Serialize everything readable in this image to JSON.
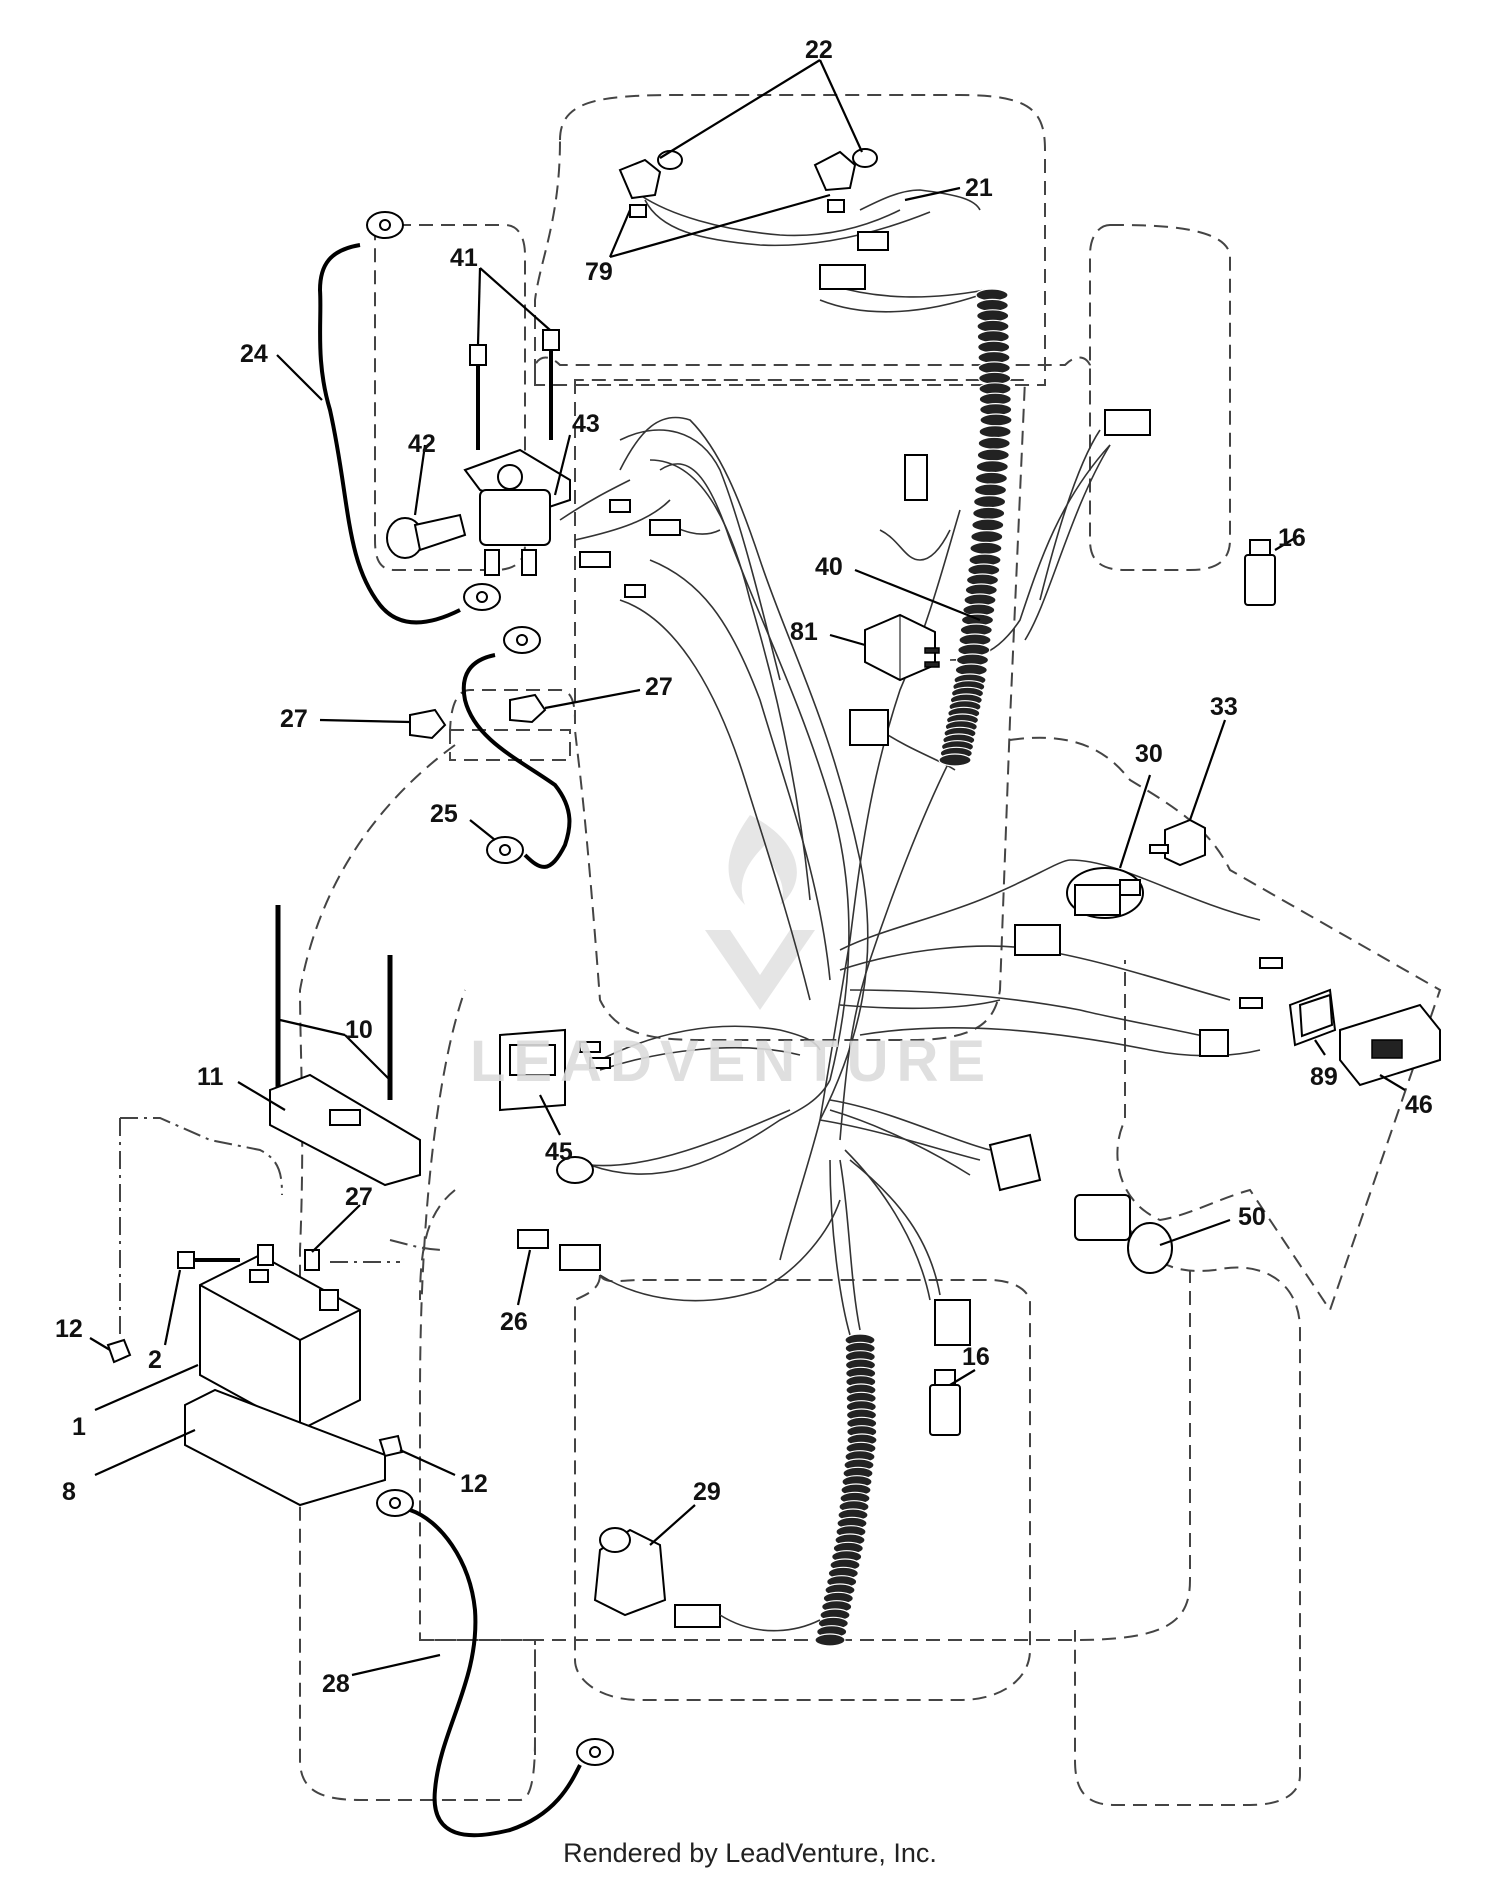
{
  "callouts": {
    "c22": "22",
    "c21": "21",
    "c79": "79",
    "c41": "41",
    "c24": "24",
    "c42": "42",
    "c43": "43",
    "c40": "40",
    "c16a": "16",
    "c81": "81",
    "c27a": "27",
    "c27b": "27",
    "c33": "33",
    "c30": "30",
    "c25": "25",
    "c10": "10",
    "c11": "11",
    "c45": "45",
    "c89": "89",
    "c46": "46",
    "c27c": "27",
    "c50": "50",
    "c12a": "12",
    "c2": "2",
    "c26": "26",
    "c1": "1",
    "c16b": "16",
    "c8": "8",
    "c12b": "12",
    "c29": "29",
    "c28": "28"
  },
  "watermark": {
    "brand": "LEADVENTURE",
    "color": "#dcdcdc"
  },
  "footer": {
    "credit": "Rendered by LeadVenture, Inc."
  },
  "colors": {
    "line": "#000000",
    "outline": "#444444",
    "background": "#ffffff"
  }
}
